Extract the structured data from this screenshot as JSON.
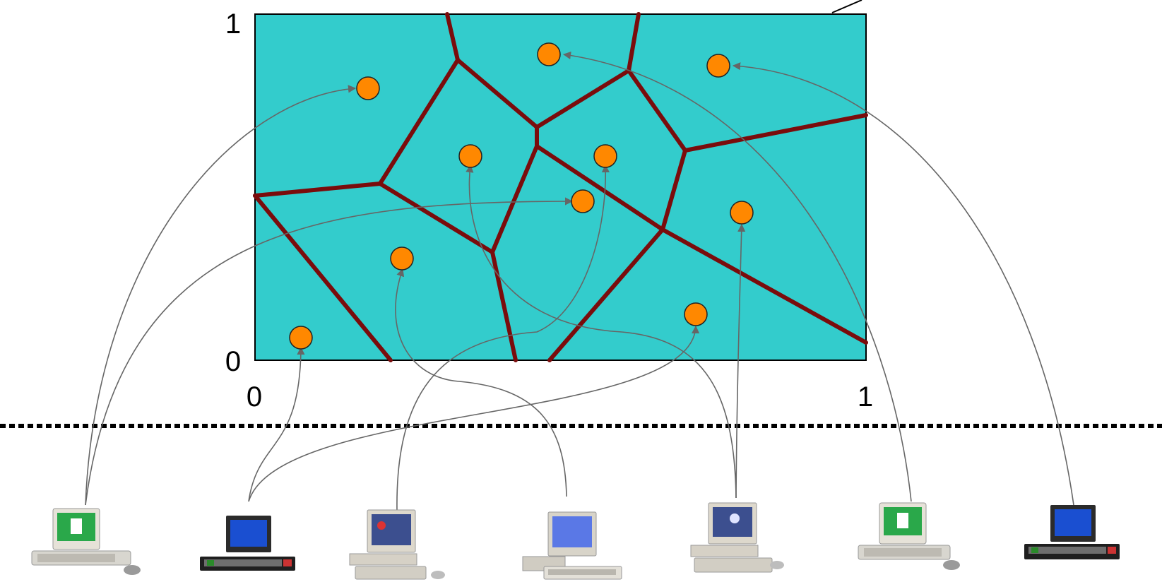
{
  "axis_labels": {
    "y_top": "1",
    "y_bottom": "0",
    "x_left": "0",
    "x_right": "1"
  },
  "colors": {
    "region_fill": "#33CCCC",
    "boundary": "#7A0C0C",
    "node_fill": "#FF8800",
    "node_stroke": "#222222",
    "link": "#666666",
    "separator": "#000000"
  },
  "icons": {
    "node": "circle-node-icon",
    "computer": "computer-icon"
  },
  "computers": [
    {
      "model": "atari-st-style",
      "screen": "green-desktop"
    },
    {
      "model": "amstrad-cpc-style",
      "screen": "blue-text"
    },
    {
      "model": "amiga-style",
      "screen": "workbench"
    },
    {
      "model": "commodore-style",
      "screen": "blue-text"
    },
    {
      "model": "amiga-style",
      "screen": "workbench"
    },
    {
      "model": "atari-st-style",
      "screen": "green-desktop"
    },
    {
      "model": "amstrad-cpc-style",
      "screen": "blue-text"
    }
  ]
}
